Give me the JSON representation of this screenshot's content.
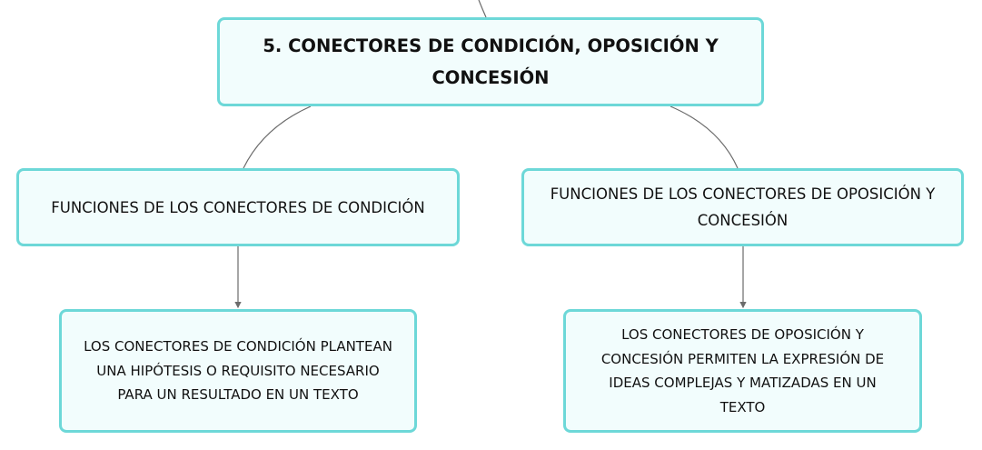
{
  "diagram": {
    "root": {
      "text": "5. CONECTORES DE CONDICIÓN, OPOSICIÓN Y CONCESIÓN"
    },
    "branches": [
      {
        "title": "FUNCIONES DE LOS CONECTORES DE CONDICIÓN",
        "detail": "LOS CONECTORES DE CONDICIÓN PLANTEAN UNA HIPÓTESIS O REQUISITO NECESARIO PARA UN RESULTADO EN UN TEXTO"
      },
      {
        "title": "FUNCIONES DE LOS CONECTORES DE OPOSICIÓN Y CONCESIÓN",
        "detail": "LOS CONECTORES DE OPOSICIÓN Y CONCESIÓN PERMITEN LA EXPRESIÓN DE IDEAS COMPLEJAS Y MATIZADAS EN UN TEXTO"
      }
    ]
  },
  "colors": {
    "node_border": "#6dd8d8",
    "node_fill": "#f2fdfd",
    "connector": "#6b6b6b",
    "text": "#111111"
  }
}
